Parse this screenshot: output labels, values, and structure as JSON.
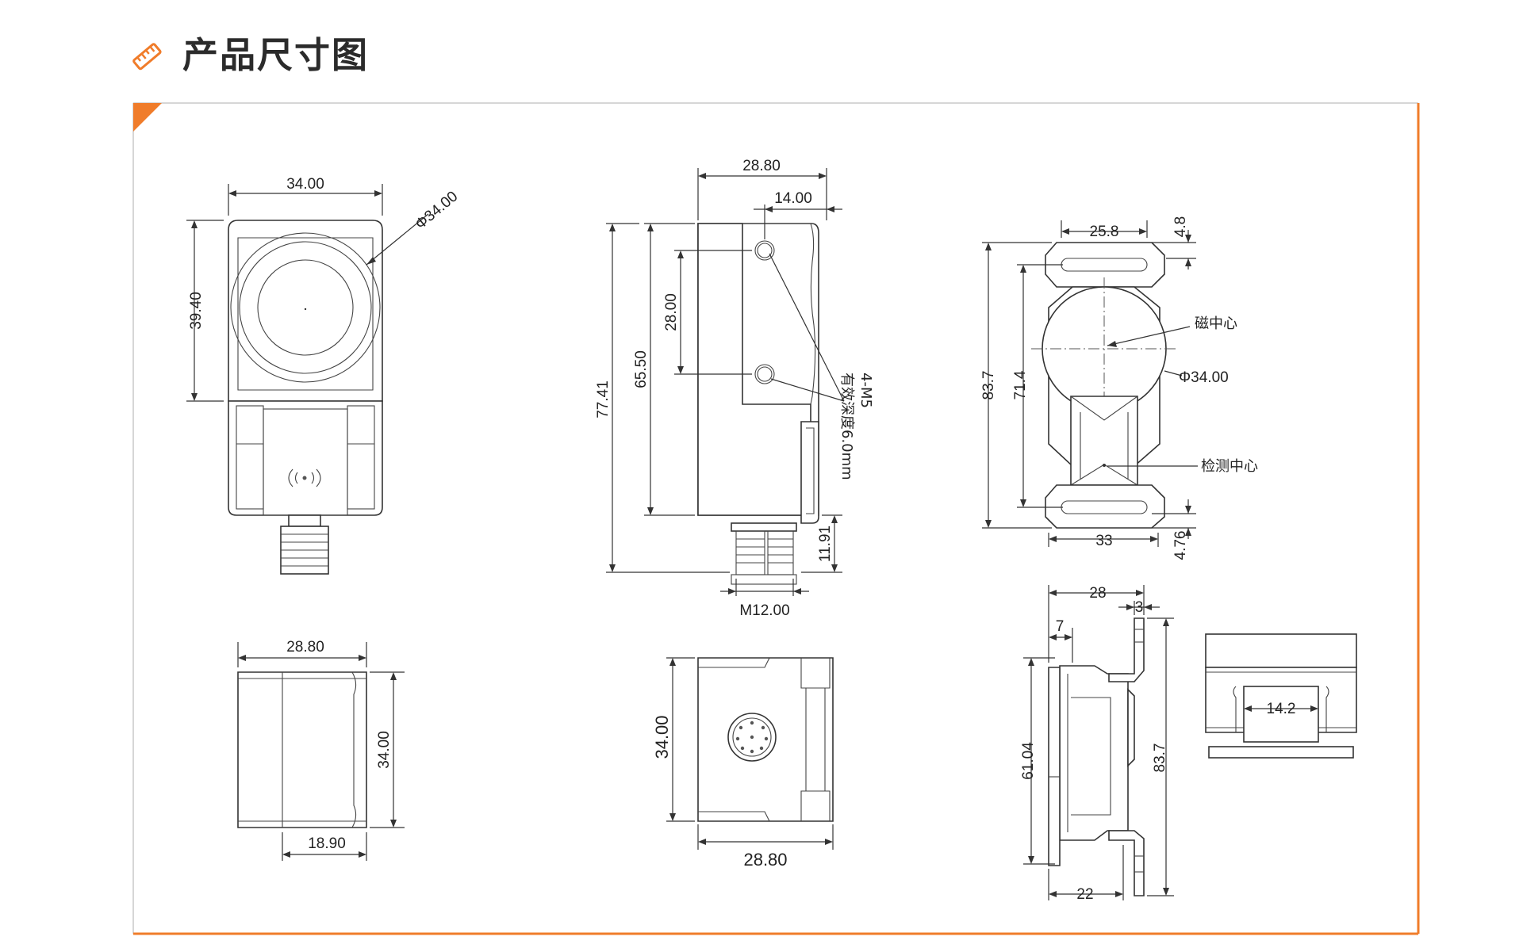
{
  "header": {
    "title": "产品尺寸图",
    "icon": "ruler-icon",
    "accent_color": "#f07c2a"
  },
  "views": {
    "front": {
      "width": "34.00",
      "height": "39.40",
      "diameter": "Φ34.00"
    },
    "side": {
      "width": "28.80",
      "hole_offset": "14.00",
      "hole_spacing": "28.00",
      "body_height": "65.50",
      "total_height": "77.41",
      "connector_length": "11.91",
      "thread": "M12.00",
      "hole_note_line1": "4-M5",
      "hole_note_line2": "有效深度6.0mm"
    },
    "bracket_front": {
      "slot_width": "25.8",
      "slot_height": "4.8",
      "total_height": "83.7",
      "slot_spacing": "71.4",
      "diameter": "Φ34.00",
      "base_width": "33",
      "bottom_slot": "4.76",
      "magnet_center": "磁中心",
      "detect_center": "检测中心"
    },
    "top": {
      "width": "28.80",
      "height": "34.00",
      "inner_width": "18.90"
    },
    "bottom": {
      "height": "34.00",
      "width": "28.80"
    },
    "bracket_side": {
      "width": "28",
      "thickness": "3",
      "offset": "7",
      "height": "61.04",
      "total_height": "83.7",
      "bottom_width": "22"
    },
    "bracket_top": {
      "slot_width": "14.2"
    }
  }
}
